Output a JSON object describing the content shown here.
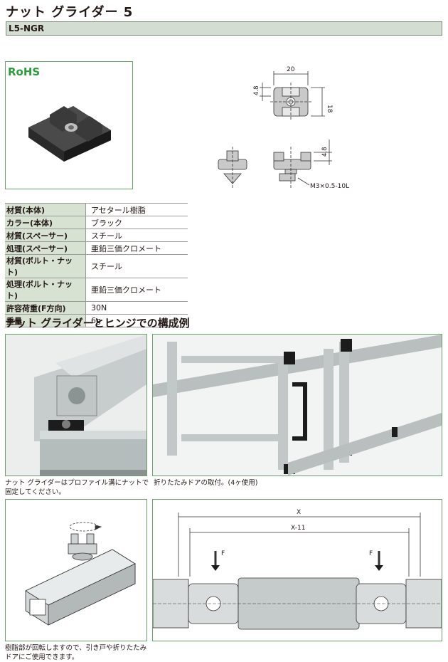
{
  "header": {
    "title": "ナット グライダー 5",
    "model": "L5-NGR"
  },
  "product": {
    "rohs_label": "RoHS"
  },
  "drawing": {
    "dim_width": "20",
    "dim_height": "18",
    "dim_offset_top": "4.8",
    "dim_offset_side": "4.8",
    "bolt_label": "M3×0.5-10L"
  },
  "spec_table": [
    {
      "key": "材質(本体)",
      "value": "アセタール樹脂"
    },
    {
      "key": "カラー(本体)",
      "value": "ブラック"
    },
    {
      "key": "材質(スペーサー)",
      "value": "スチール"
    },
    {
      "key": "処理(スペーサー)",
      "value": "亜鉛三価クロメート"
    },
    {
      "key": "材質(ボルト・ナット)",
      "value": "スチール"
    },
    {
      "key": "処理(ボルト・ナット)",
      "value": "亜鉛三価クロメート"
    },
    {
      "key": "許容荷重(F方向)",
      "value": "30N"
    },
    {
      "key": "重量",
      "value": "6g"
    }
  ],
  "example": {
    "section_title": "ナット グライダーとヒンジでの構成例",
    "caption1_line1": "ナット グライダーはプロファイル溝にナットで",
    "caption1_line2": "固定してください。",
    "caption2": "折りたたみドアの取付。(4ヶ使用)",
    "caption3_line1": "樹脂部が回転しますので、引き戸や折りたたみ",
    "caption3_line2": "ドアにご使用できます。",
    "dim_x": "X",
    "dim_x11": "X-11",
    "force_left": "F",
    "force_right": "F"
  }
}
